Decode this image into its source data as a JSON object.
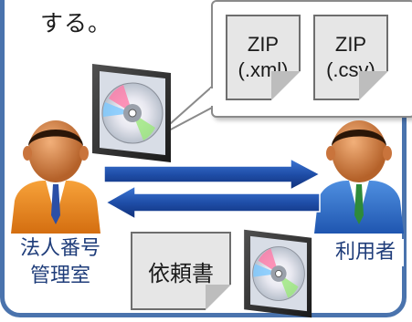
{
  "caption": "する。",
  "files": [
    {
      "line1": "ZIP",
      "line2": "(.xml)"
    },
    {
      "line1": "ZIP",
      "line2": "(.csv)"
    }
  ],
  "left_actor": {
    "line1": "法人番号",
    "line2": "管理室"
  },
  "right_actor": {
    "label": "利用者"
  },
  "request_doc": {
    "label": "依頼書"
  },
  "icons": [
    "cd-case-icon",
    "person-icon",
    "arrow-right-icon",
    "arrow-left-icon",
    "document-icon"
  ],
  "colors": {
    "border": "#4a73ad",
    "arrow": "#1f4ea8",
    "label": "#1f3d7a",
    "doc_fill": "#e6e6e6"
  }
}
